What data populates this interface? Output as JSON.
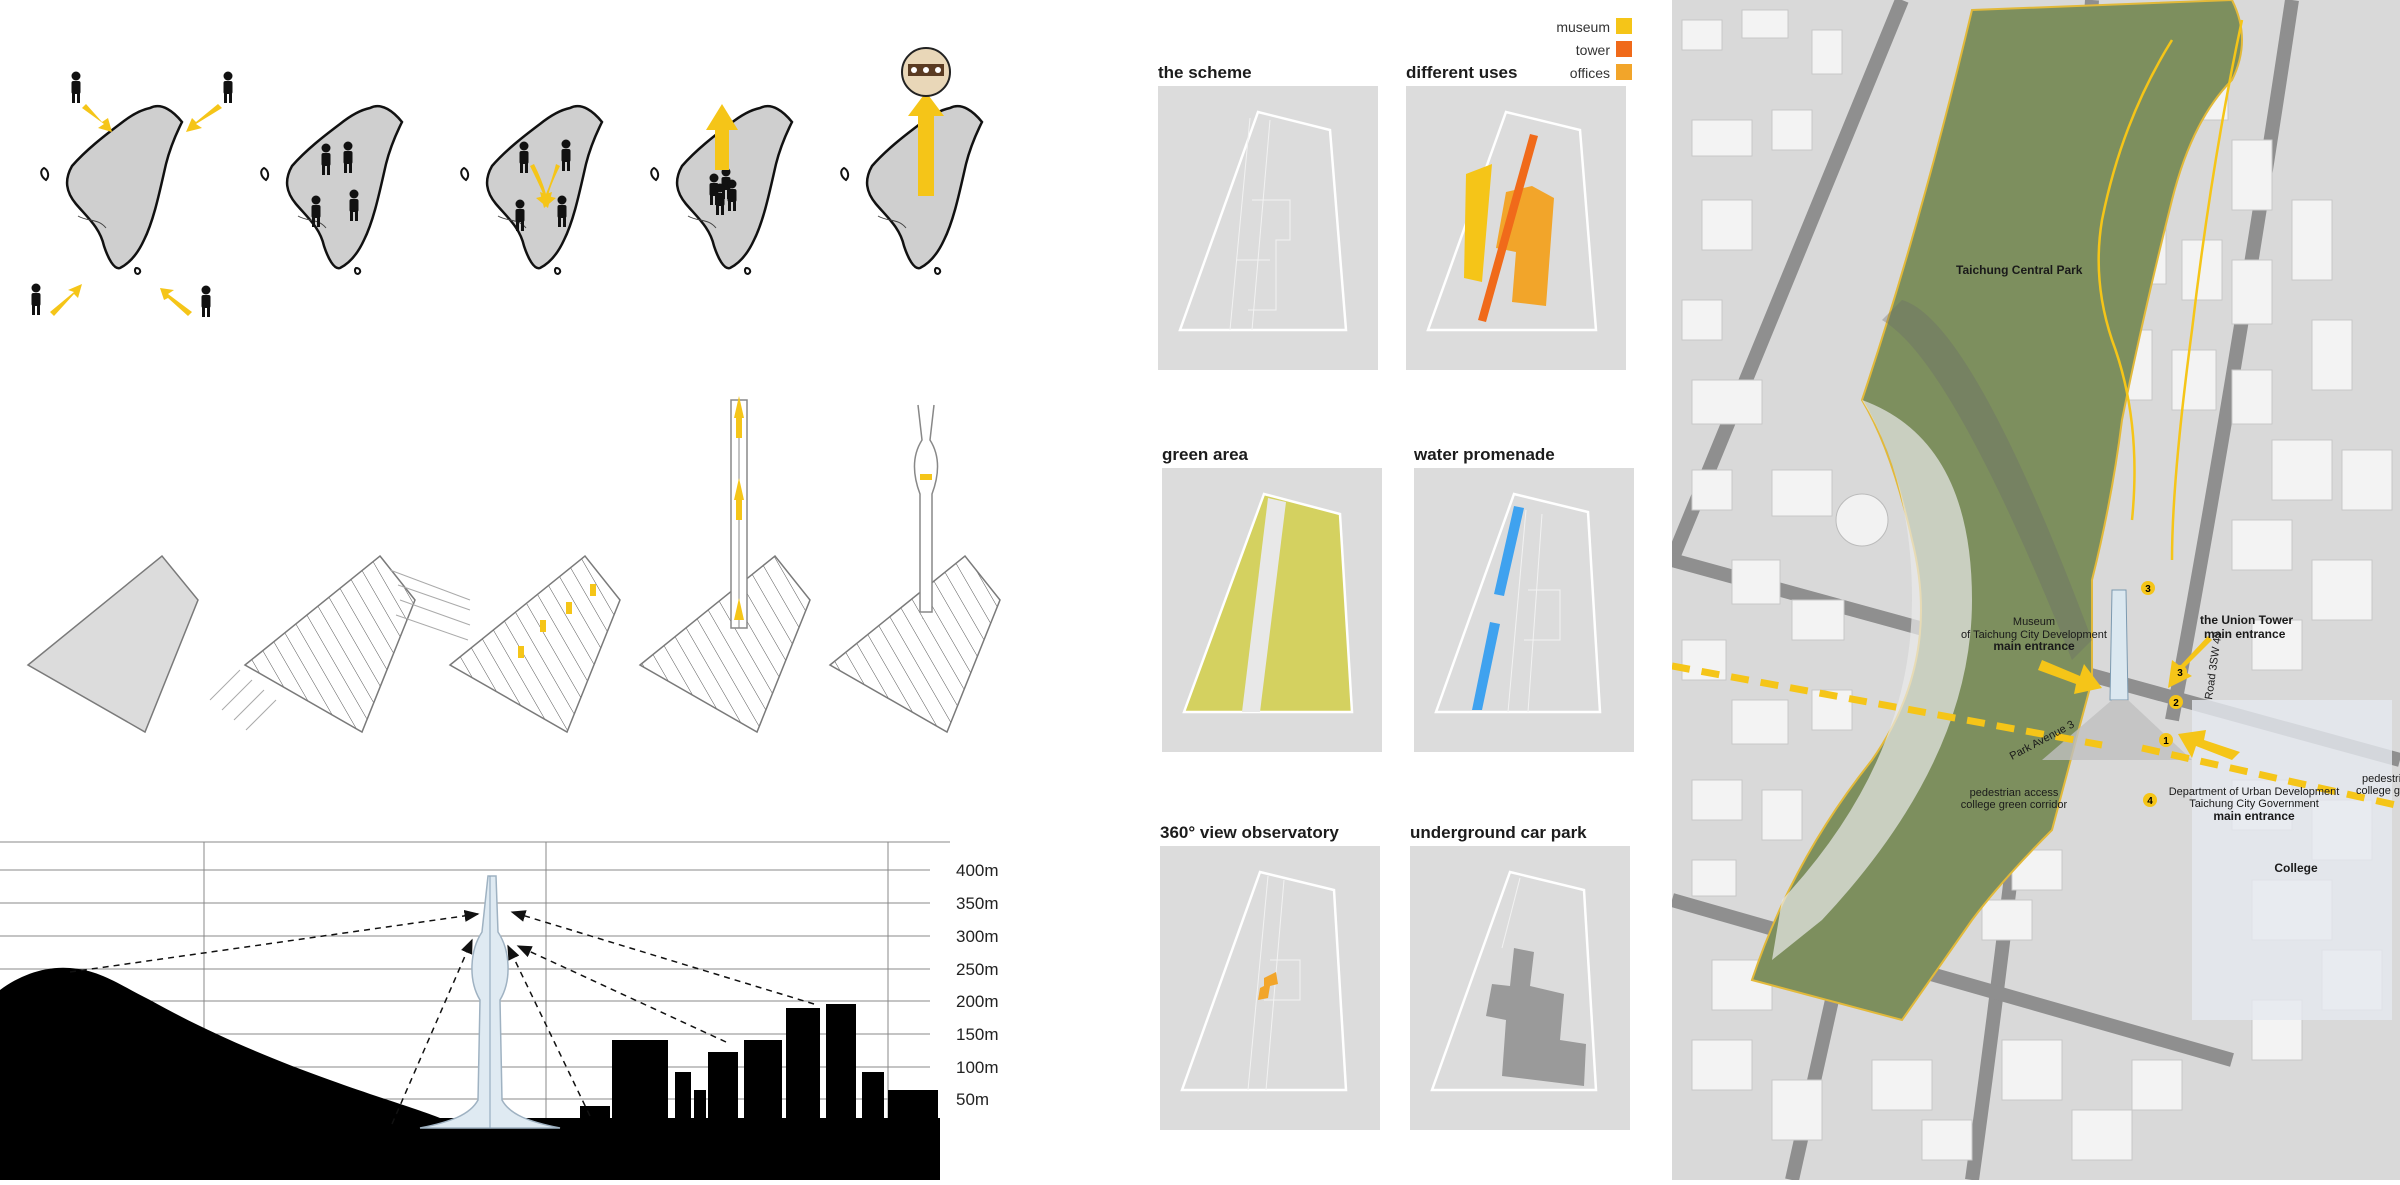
{
  "diagrams": {
    "scheme": "the scheme",
    "uses": "different uses",
    "green": "green area",
    "water": "water promenade",
    "observatory": "360° view observatory",
    "carpark": "underground car park"
  },
  "legend": [
    {
      "label": "museum",
      "color": "#f5c518"
    },
    {
      "label": "tower",
      "color": "#f06a1a"
    },
    {
      "label": "offices",
      "color": "#f2a52a"
    }
  ],
  "heights": [
    "400m",
    "350m",
    "300m",
    "250m",
    "200m",
    "150m",
    "100m",
    "50m"
  ],
  "map": {
    "park": "Taichung Central Park",
    "museum_line1": "Museum",
    "museum_line2": "of Taichung City Development",
    "museum_line3": "main entrance",
    "tower_line1": "the Union Tower",
    "tower_line2": "main entrance",
    "road": "Road 3SW 43",
    "avenue": "Park Avenue 3",
    "pedestrian_line1": "pedestrian access",
    "pedestrian_line2": "college green corridor",
    "dept_line1": "Department of Urban Development",
    "dept_line2": "Taichung City Government",
    "dept_line3": "main entrance",
    "college": "College",
    "right_edge_line1": "pedestrian",
    "right_edge_line2": "college green",
    "markers": [
      "1",
      "2",
      "3",
      "4",
      "3"
    ]
  },
  "colors": {
    "accent_yellow": "#f5c518",
    "tower_orange": "#f06a1a",
    "offices_orange": "#f2a52a",
    "green_area": "#d4d160",
    "water_blue": "#3fa2ef",
    "park_green": "#7d8f5e"
  }
}
